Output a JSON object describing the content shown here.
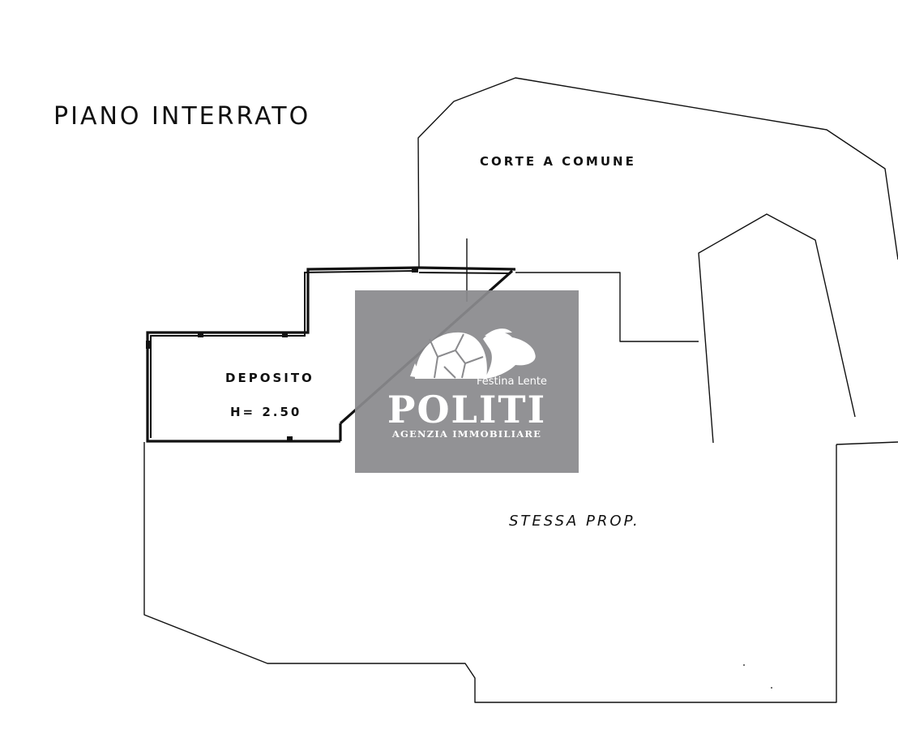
{
  "plan": {
    "title": "PIANO   INTERRATO",
    "rooms": {
      "shared_courtyard": "CORTE  A  COMUNE",
      "storage": "DEPOSITO",
      "storage_height": "H= 2.50",
      "same_property": "STESSA  PROP."
    }
  },
  "watermark": {
    "motto": "Festina Lente",
    "name": "POLITI",
    "tagline": "AGENZIA IMMOBILIARE",
    "logo_icon": "tortoise-hare-logo-icon",
    "box_color": "#8a8a8d"
  }
}
